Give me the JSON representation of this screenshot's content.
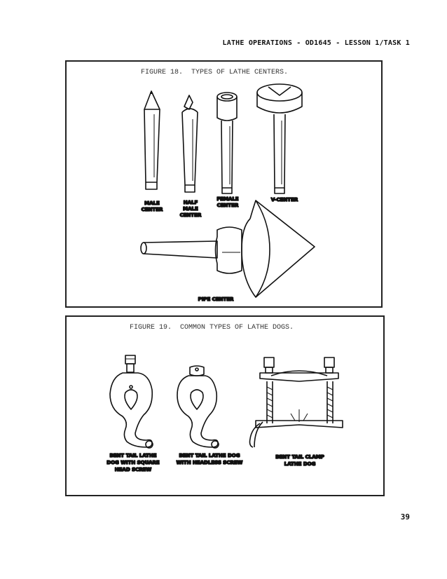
{
  "header": {
    "running_head": "LATHE OPERATIONS - OD1645 - LESSON 1/TASK 1"
  },
  "figure18": {
    "caption": "FIGURE 18.  TYPES OF LATHE CENTERS.",
    "labels": {
      "male_center": [
        "MALE",
        "CENTER"
      ],
      "half_male_center": [
        "HALF",
        "MALE",
        "CENTER"
      ],
      "female_center": [
        "FEMALE",
        "CENTER"
      ],
      "v_center": "V-CENTER",
      "pipe_center": "PIPE CENTER"
    }
  },
  "figure19": {
    "caption": "FIGURE 19.  COMMON TYPES OF LATHE DOGS.",
    "labels": {
      "square_head_dog": [
        "BENT TAIL LATHE",
        "DOG WITH SQUARE",
        "HEAD SCREW"
      ],
      "headless_dog": [
        "BENT TAIL LATHE DOG",
        "WITH HEADLESS SCREW"
      ],
      "clamp_dog": [
        "BENT TAIL CLAMP",
        "LATHE DOG"
      ]
    }
  },
  "footer": {
    "page_number": "39"
  }
}
